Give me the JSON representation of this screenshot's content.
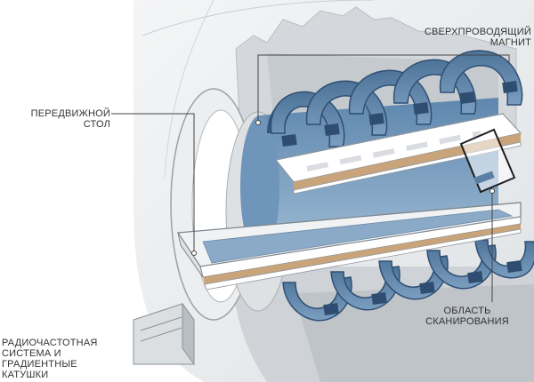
{
  "labels": {
    "superconducting_magnet": "СВЕРХПРОВОДЯЩИЙ\nМАГНИТ",
    "movable_table": "ПЕРЕДВИЖНОЙ\nСТОЛ",
    "scan_area": "ОБЛАСТЬ\nСКАНИРОВАНИЯ",
    "rf_system": "РАДИОЧАСТОТНАЯ\nСИСТЕМА И\nГРАДИЕНТНЫЕ\nКАТУШКИ"
  },
  "colors": {
    "coil_blue": "#5a82a8",
    "coil_dark": "#2f4f72",
    "bore_blue": "#7ea3c4",
    "housing_grey": "#e9ebed",
    "table_tan": "#c9a47a",
    "leader": "#444444"
  }
}
